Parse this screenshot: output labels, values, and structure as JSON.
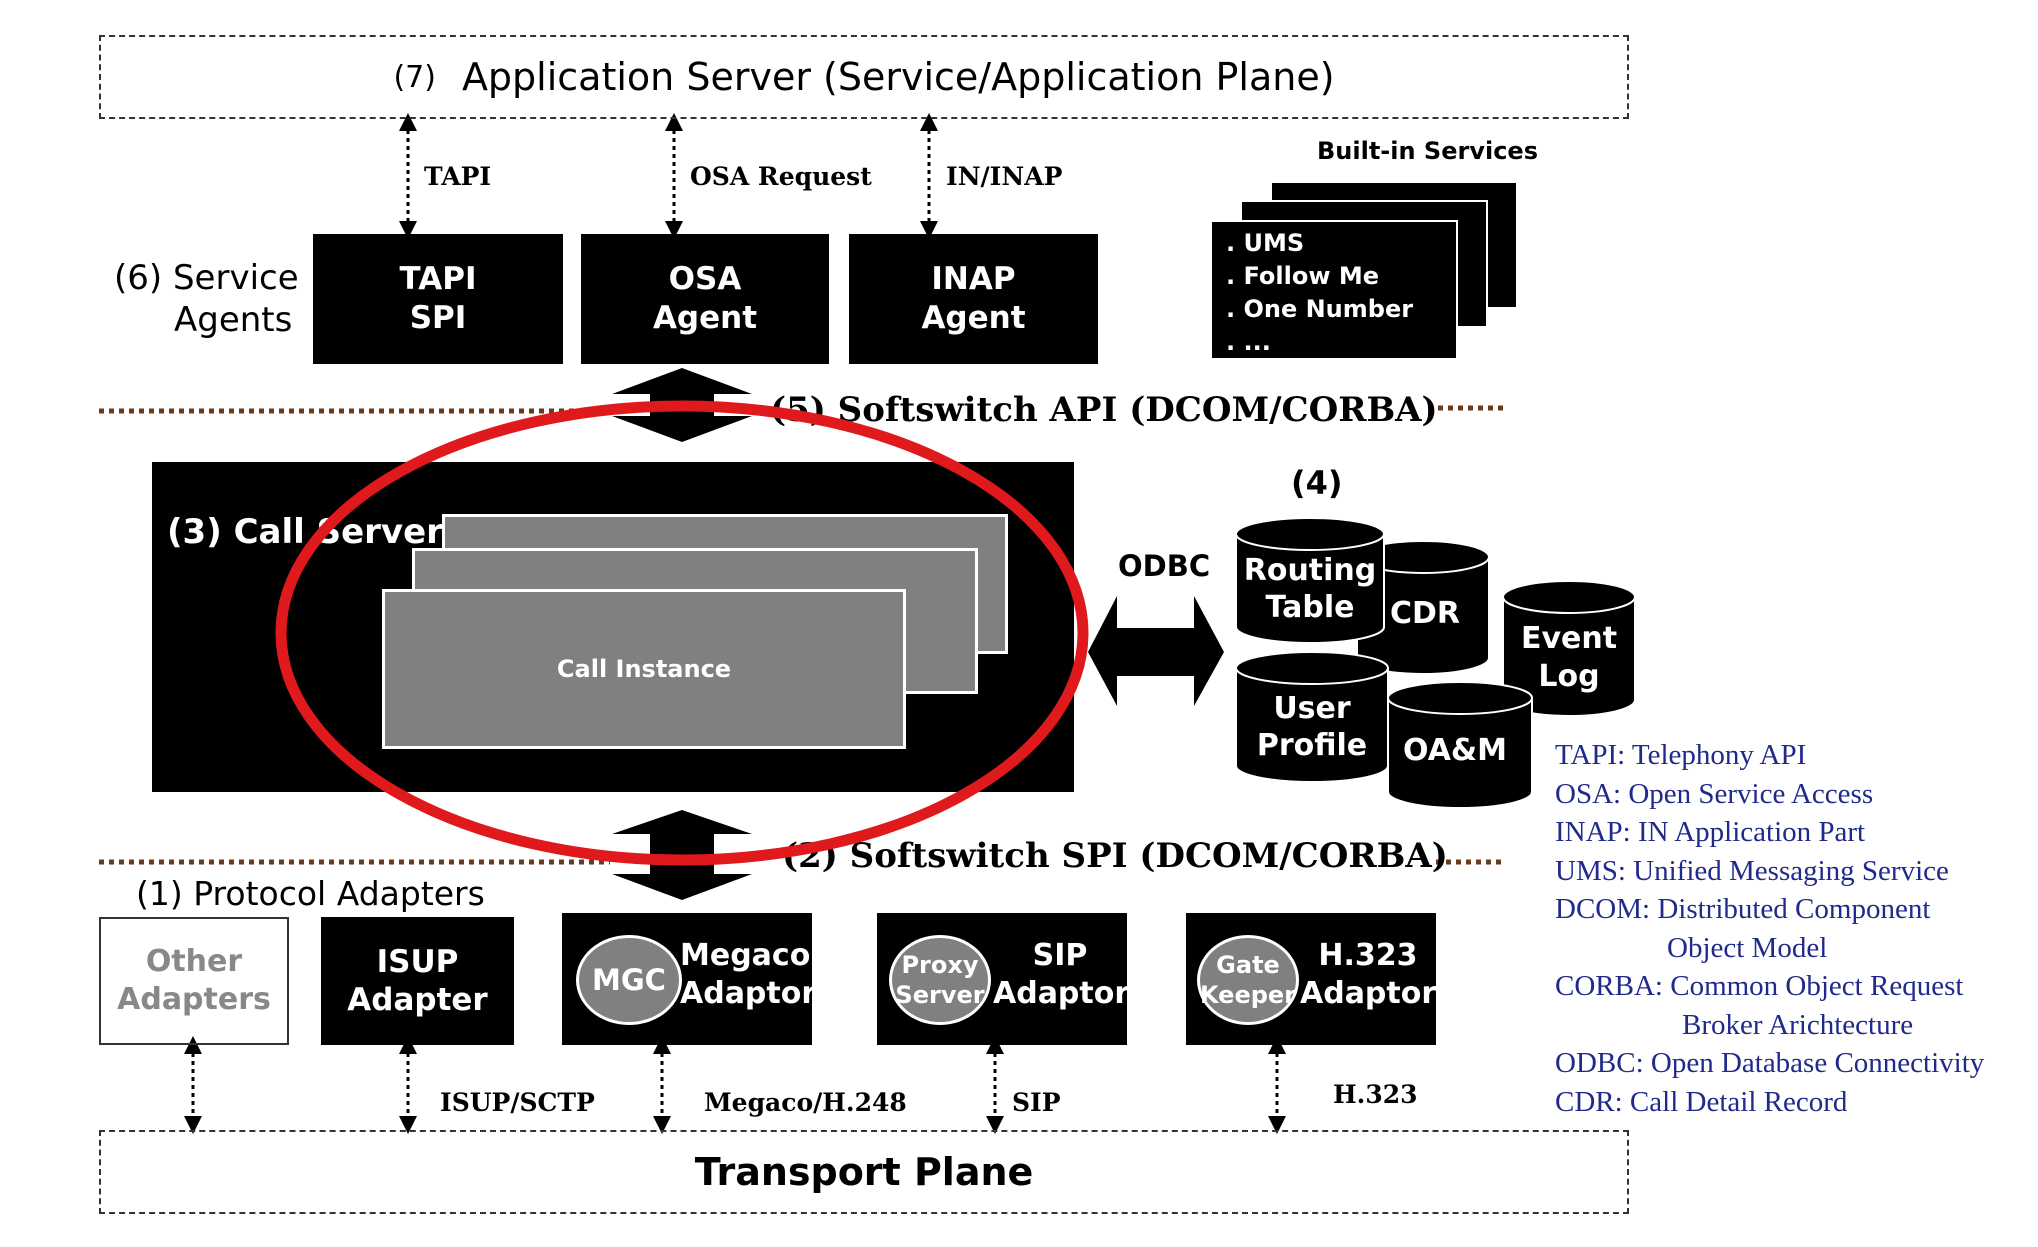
{
  "layers": {
    "application_server": {
      "num": "(7)",
      "title": "Application Server (Service/Application Plane)"
    },
    "service_agents": {
      "line1": "(6) Service",
      "line2": "Agents"
    },
    "softswitch_api": "(5) Softswitch API (DCOM/CORBA)",
    "databases_num": "(4)",
    "call_server": "(3) Call Server",
    "softswitch_spi": "(2) Softswitch SPI (DCOM/CORBA)",
    "protocol_adapters": "(1) Protocol Adapters",
    "transport_plane": "Transport Plane"
  },
  "interfaces": {
    "tapi": "TAPI",
    "osa_request": "OSA Request",
    "in_inap": "IN/INAP",
    "odbc": "ODBC",
    "isup_sctp": "ISUP/SCTP",
    "megaco_h248": "Megaco/H.248",
    "sip": "SIP",
    "h323": "H.323"
  },
  "agents": [
    {
      "line1": "TAPI",
      "line2": "SPI"
    },
    {
      "line1": "OSA",
      "line2": "Agent"
    },
    {
      "line1": "INAP",
      "line2": "Agent"
    }
  ],
  "builtin": {
    "title": "Built-in Services",
    "items": [
      ". UMS",
      ". Follow Me",
      ". One Number",
      ". ..."
    ]
  },
  "call_instance": "Call Instance",
  "databases": {
    "routing": {
      "line1": "Routing",
      "line2": "Table"
    },
    "cdr": "CDR",
    "event": {
      "line1": "Event",
      "line2": "Log"
    },
    "user": {
      "line1": "User",
      "line2": "Profile"
    },
    "oam": "OA&M"
  },
  "adapters": {
    "other": {
      "line1": "Other",
      "line2": "Adapters"
    },
    "isup": {
      "line1": "ISUP",
      "line2": "Adapter"
    },
    "megaco": {
      "badge": "MGC",
      "line1": "Megaco",
      "line2": "Adaptor"
    },
    "sip": {
      "badge1": "Proxy",
      "badge2": "Server",
      "line1": "SIP",
      "line2": "Adaptor"
    },
    "h323": {
      "badge1": "Gate",
      "badge2": "Keeper",
      "line1": "H.323",
      "line2": "Adaptor"
    }
  },
  "legend": [
    "TAPI: Telephony API",
    "OSA: Open Service Access",
    "INAP: IN Application Part",
    "UMS: Unified Messaging Service",
    "DCOM: Distributed Component",
    "Object Model",
    "CORBA: Common Object Request",
    "Broker Arichtecture",
    "ODBC: Open Database Connectivity",
    "CDR: Call Detail Record"
  ],
  "colors": {
    "highlight_ellipse": "#e0191c",
    "legend_text": "#1f2a8a",
    "dotted_line": "#6b3a1a",
    "gray_card": "#808080"
  }
}
